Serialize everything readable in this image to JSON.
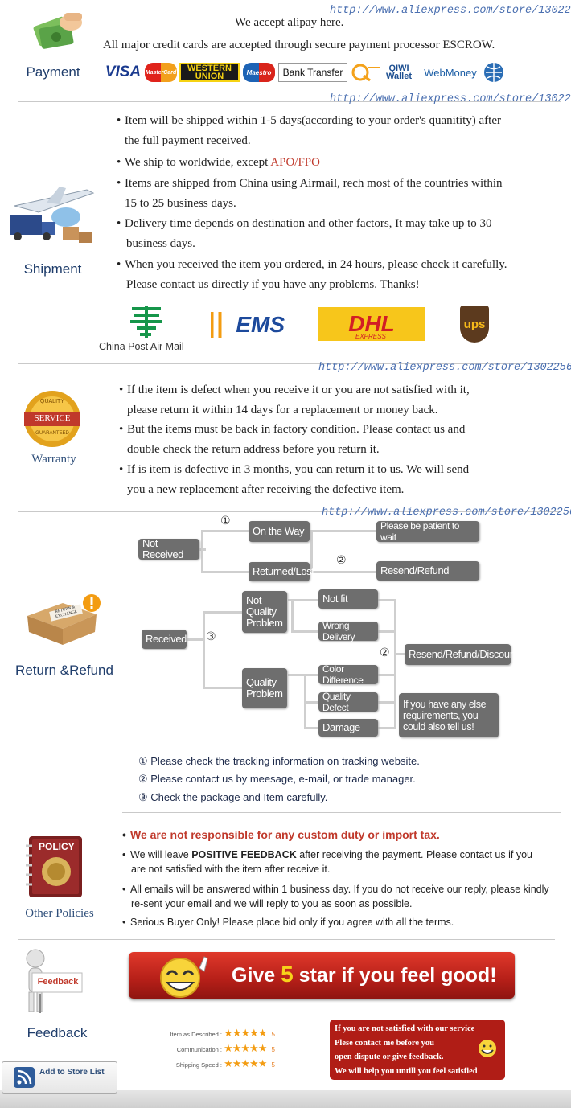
{
  "store_url": "http://www.aliexpress.com/store/1302256",
  "payment": {
    "label": "Payment",
    "line1": "We accept alipay here.",
    "line2": "All major credit cards are accepted through secure payment processor ESCROW.",
    "logos": {
      "visa": "VISA",
      "mastercard": "MasterCard",
      "western_union": "WESTERN UNION",
      "maestro": "Maestro",
      "bank_transfer": "Bank Transfer",
      "qiwi": "QIWI Wallet",
      "webmoney": "WebMoney"
    }
  },
  "shipment": {
    "label": "Shipment",
    "bullets": [
      {
        "l1": "Item will be shipped within 1-5 days(according to your order's quanitity) after",
        "l2": "the full  payment received."
      },
      {
        "l1": "We ship to worldwide, except ",
        "highlight": "APO/FPO"
      },
      {
        "l1": "Items are shipped from China using Airmail, rech most of the countries within",
        "l2": "15 to 25 business days."
      },
      {
        "l1": "Delivery time depends on destination and other factors, It may take up to 30",
        "l2": "business days."
      },
      {
        "l1": "When you received the item you ordered, in 24 hours, please check it carefully.",
        "l2": "Please contact us directly if you have any problems. Thanks!"
      }
    ],
    "carriers": {
      "china_post": "China Post Air Mail",
      "ems": "EMS",
      "dhl": "DHL",
      "dhl_sub": "EXPRESS",
      "ups": "ups"
    }
  },
  "warranty": {
    "label": "Warranty",
    "seal_top": "QUALITY",
    "seal_mid": "SERVICE",
    "seal_bottom": "GUARANTEED",
    "bullets": [
      {
        "l1": "If the item is defect when you receive it or you are not satisfied with it,",
        "l2": "please return it within 14 days for a replacement or money back."
      },
      {
        "l1": "But the items must be back in factory condition. Please contact us and",
        "l2": "double check the return address before you return it."
      },
      {
        "l1": "If is item is defective in 3 months, you can return it to us. We will send",
        "l2": "you a new replacement after receiving the defective item."
      }
    ]
  },
  "return_refund": {
    "label": "Return &Refund",
    "box_label": "RETURN & EXCHANGE",
    "flow": {
      "not_received": "Not Received",
      "on_the_way": "On the Way",
      "returned_lost": "Returned/Lost",
      "patient": "Please be patient to wait",
      "resend_refund": "Resend/Refund",
      "received": "Received",
      "not_quality": "Not Quality Problem",
      "quality": "Quality Problem",
      "not_fit": "Not fit",
      "wrong_delivery": "Wrong Delivery",
      "color_difference": "Color Difference",
      "quality_defect": "Quality Defect",
      "damage": "Damage",
      "resend_refund_discount": "Resend/Refund/Discount",
      "else_req": "If you have any else requirements, you could also tell us!",
      "c1": "①",
      "c2": "②",
      "c3": "③"
    },
    "notes": [
      "① Please check the tracking information on tracking website.",
      "② Please contact us by meesage, e-mail, or trade manager.",
      "③ Check the package and Item carefully."
    ]
  },
  "other_policies": {
    "label": "Other Policies",
    "badge": "POLICY",
    "b1": "We are not responsible for any custom duty or import tax.",
    "b2_pre": "We will leave ",
    "b2_bold": "POSITIVE FEEDBACK",
    "b2_post": " after receiving the payment. Please contact us if you",
    "b2_l2": "are not satisfied with the item after receive it.",
    "b3_l1": "All emails will be answered within 1 business day. If you do not receive our reply, please kindly",
    "b3_l2": "re-sent your email and we will reply to you as soon as possible.",
    "b4": "Serious Buyer Only! Please place bid only if you agree with all the terms."
  },
  "feedback": {
    "label": "Feedback",
    "sign": "Feedback",
    "banner_pre": "Give ",
    "banner_num": "5",
    "banner_post": " star if you feel good!",
    "ratings": [
      {
        "label": "Item as Described :",
        "stars": "★★★★★",
        "score": "5"
      },
      {
        "label": "Communication :",
        "stars": "★★★★★",
        "score": "5"
      },
      {
        "label": "Shipping Speed :",
        "stars": "★★★★★",
        "score": "5"
      }
    ],
    "notice": [
      "If you are not satisfied with our service",
      "Plese contact me before you",
      "open dispute or give feedback.",
      "We will help you untill you feel satisfied"
    ]
  },
  "store_list_button": "Add to Store List",
  "colors": {
    "accent_red": "#c0392b",
    "url_blue": "#4a6fb0",
    "label_navy": "#1f3d6b",
    "flow_gray": "#6e6e6e"
  }
}
